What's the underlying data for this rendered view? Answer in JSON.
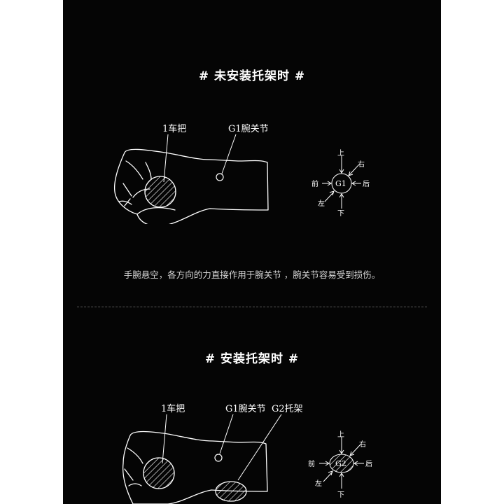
{
  "section1": {
    "title": "# 未安装托架时 #",
    "labels": {
      "handlebar": "1车把",
      "wrist": "G1腕关节"
    },
    "force": {
      "center": "G1",
      "up": "上",
      "right": "右",
      "front": "前",
      "back": "后",
      "left": "左",
      "down": "下"
    },
    "caption": "手腕悬空，各方向的力直接作用于腕关节 ，腕关节容易受到损伤。"
  },
  "section2": {
    "title": "# 安装托架时 #",
    "labels": {
      "handlebar": "1车把",
      "wrist": "G1腕关节",
      "bracket": "G2托架"
    },
    "force": {
      "center": "G2",
      "up": "上",
      "right": "右",
      "front": "前",
      "back": "后",
      "left": "左",
      "down": "下"
    }
  },
  "colors": {
    "background": "#050505",
    "line": "#ffffff",
    "caption": "#d6d6d6"
  }
}
